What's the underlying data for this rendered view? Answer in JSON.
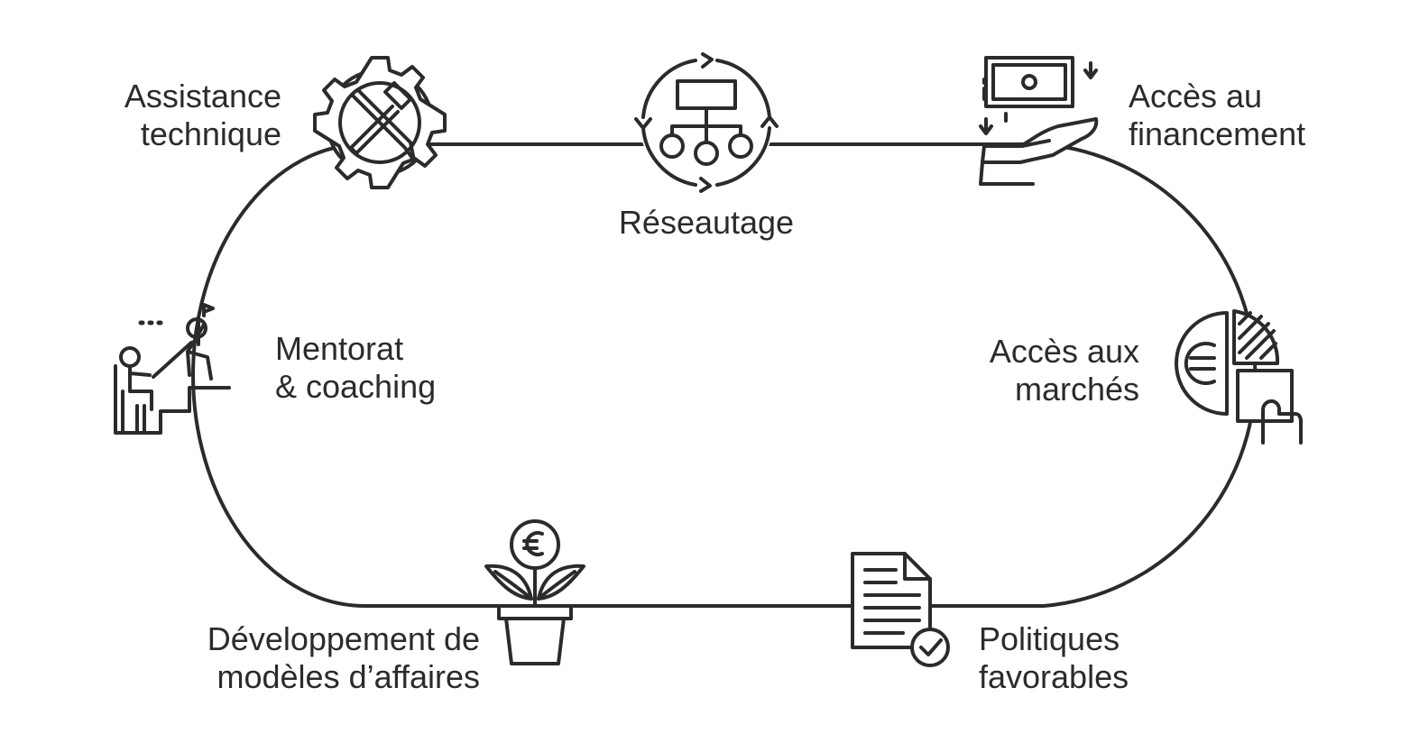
{
  "colors": {
    "stroke": "#2b2b2b",
    "background": "#ffffff"
  },
  "stages": {
    "technical_assistance": {
      "line1": "Assistance",
      "line2": "technique",
      "icon": "gear-tools-icon"
    },
    "networking": {
      "line1": "Réseautage",
      "icon": "network-cycle-icon"
    },
    "financing": {
      "line1": "Accès au",
      "line2": "financement",
      "icon": "money-hand-icon"
    },
    "markets": {
      "line1": "Accès aux",
      "line2": "marchés",
      "icon": "euro-pie-chart-icon"
    },
    "policies": {
      "line1": "Politiques",
      "line2": "favorables",
      "icon": "document-check-icon"
    },
    "business_models": {
      "line1": "Développement de",
      "line2": "modèles d’affaires",
      "icon": "euro-plant-icon"
    },
    "mentoring": {
      "line1": "Mentorat",
      "line2": "& coaching",
      "icon": "mentor-climbing-icon"
    }
  }
}
